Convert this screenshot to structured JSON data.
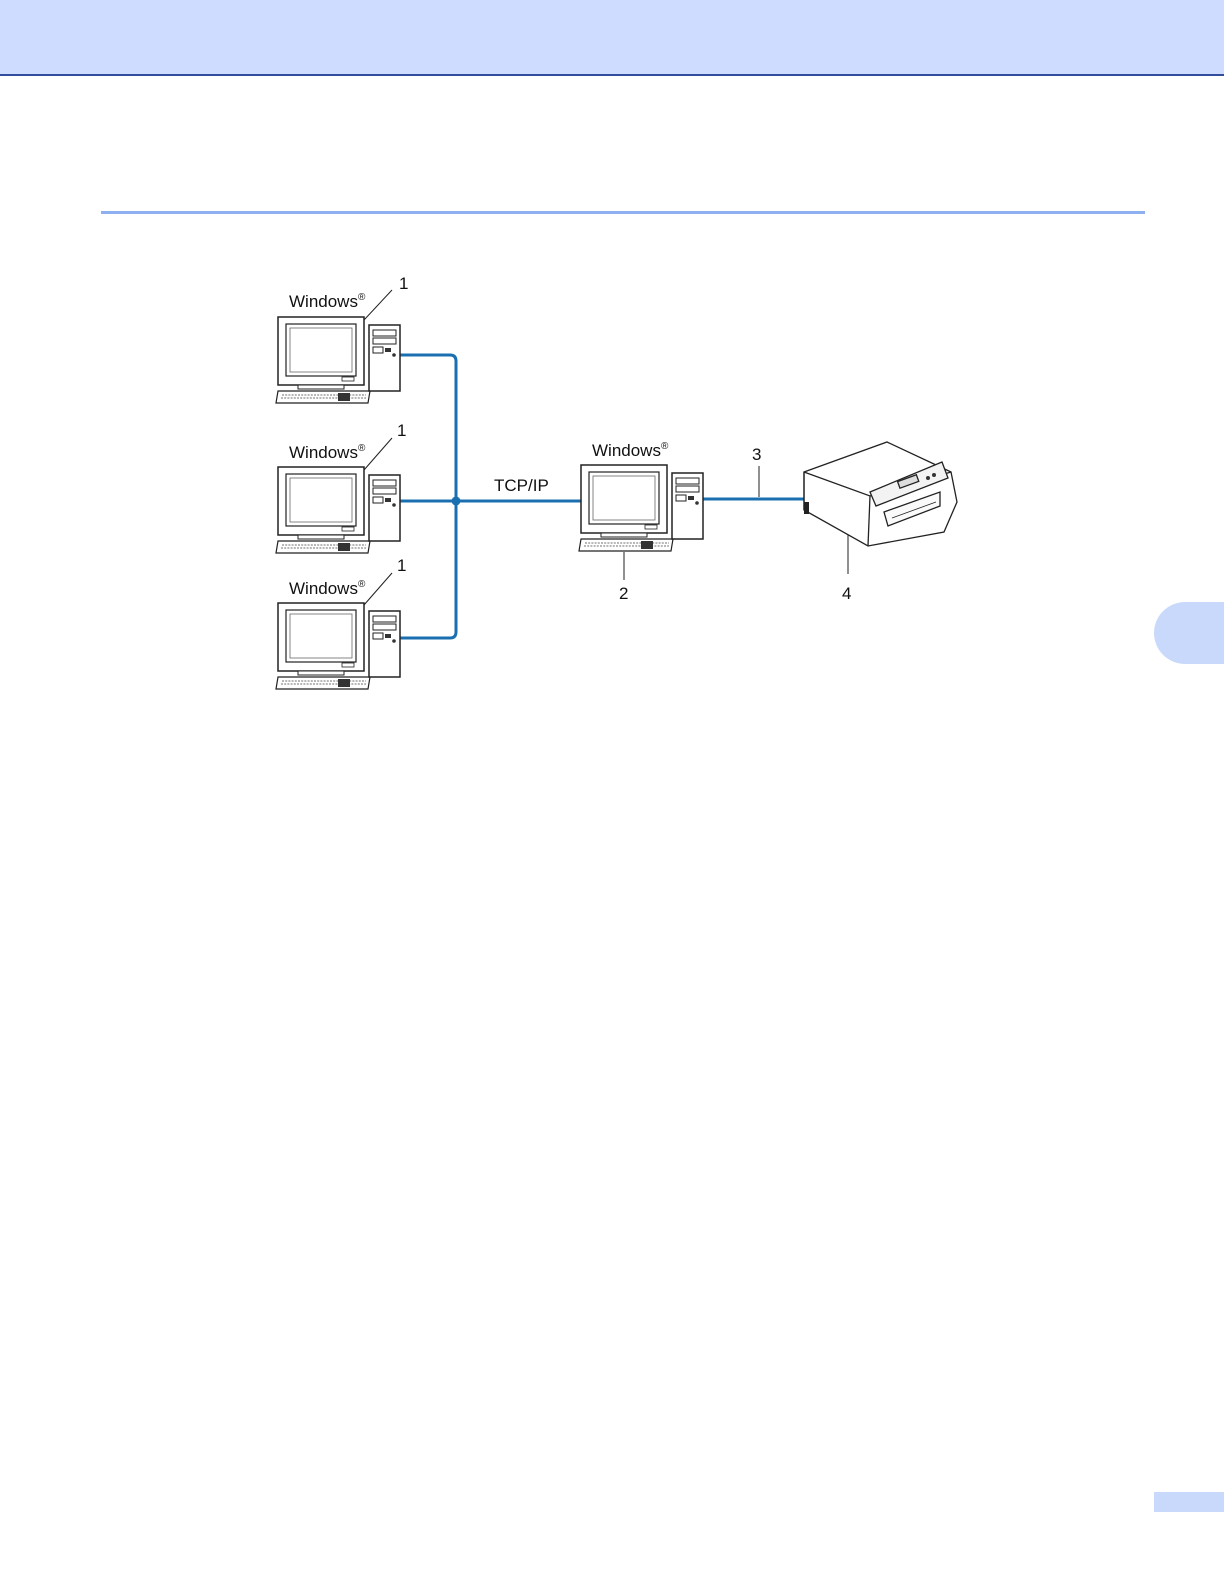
{
  "diagram": {
    "clients": [
      {
        "os_label": "Windows",
        "reg_mark": "®",
        "callout": "1"
      },
      {
        "os_label": "Windows",
        "reg_mark": "®",
        "callout": "1"
      },
      {
        "os_label": "Windows",
        "reg_mark": "®",
        "callout": "1"
      }
    ],
    "network_label": "TCP/IP",
    "server": {
      "os_label": "Windows",
      "reg_mark": "®",
      "callout": "2"
    },
    "cable_callout": "3",
    "printer_callout": "4",
    "colors": {
      "network_line": "#1a6fb0",
      "header_band": "#cddcff",
      "rule": "#8fb0f0"
    }
  }
}
